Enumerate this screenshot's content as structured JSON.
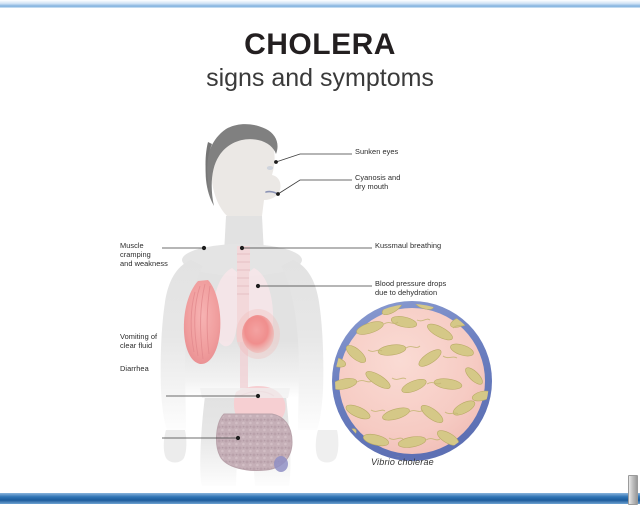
{
  "window": {
    "top_band_color": "#7fb0de",
    "bottom_band_color": "#1d5c9c",
    "background": "#ffffff"
  },
  "header": {
    "title": "CHOLERA",
    "subtitle": "signs and symptoms"
  },
  "figure": {
    "description": "Human male silhouette, head in profile facing right, with internal organs visible",
    "colors": {
      "body": "#e3e3e3",
      "hair": "#808080",
      "muscle": "#f3a3a3",
      "heart": "#ef8181",
      "stomach": "#f6cfd2",
      "intestine": "#c9b4bb",
      "bladder": "#8f8fc4",
      "lung": "#f4e3e6"
    }
  },
  "callouts": [
    {
      "id": "sunken-eyes",
      "label": "Sunken eyes",
      "side": "right"
    },
    {
      "id": "cyanosis",
      "label": "Cyanosis and\ndry mouth",
      "side": "right"
    },
    {
      "id": "kussmaul",
      "label": "Kussmaul breathing",
      "side": "right"
    },
    {
      "id": "blood-pressure",
      "label": "Blood pressure drops\ndue to dehydration",
      "side": "right"
    },
    {
      "id": "muscle-cramping",
      "label": "Muscle\ncramping\nand weakness",
      "side": "left"
    },
    {
      "id": "vomiting",
      "label": "Vomiting of\nclear fluid",
      "side": "left"
    },
    {
      "id": "diarrhea",
      "label": "Diarrhea",
      "side": "left"
    }
  ],
  "inset": {
    "caption": "Vibrio cholerae",
    "ring_color": "#6b7fc0",
    "fill_color": "#f7cdc6",
    "bacteria_color": "#cfc382",
    "bacteria_count": 26,
    "shape": "circle"
  }
}
